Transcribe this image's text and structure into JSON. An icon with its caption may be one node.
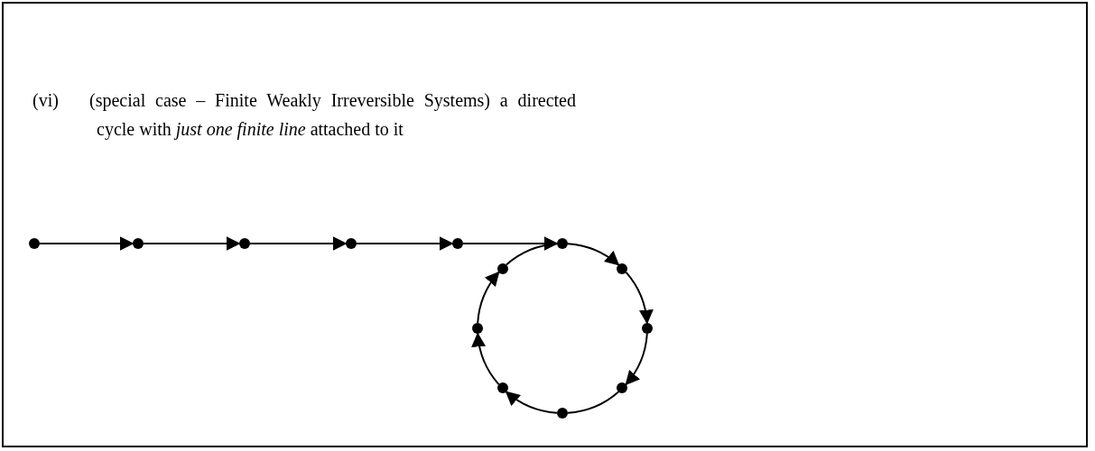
{
  "diagram": {
    "nodes": [
      {
        "text": [],
        "shape": "circle"
      },
      {
        "text": [],
        "shape": "circle"
      },
      {
        "text": [],
        "shape": "circle"
      },
      {
        "text": [],
        "shape": "circle"
      },
      {
        "text": [],
        "shape": "circle"
      },
      {
        "text": [],
        "shape": "circle"
      },
      {
        "text": [],
        "shape": "circle"
      },
      {
        "text": [],
        "shape": "circle"
      },
      {
        "text": [],
        "shape": "circle"
      },
      {
        "text": [],
        "shape": "circle"
      },
      {
        "text": [],
        "shape": "circle"
      },
      {
        "text": [],
        "shape": "circle"
      },
      {
        "text": [],
        "shape": "circle"
      }
    ],
    "edges": [
      {
        "from": 0,
        "to": 1,
        "arrow": "to"
      },
      {
        "from": 1,
        "to": 2,
        "arrow": "to"
      },
      {
        "from": 2,
        "to": 3,
        "arrow": "to"
      },
      {
        "from": 3,
        "to": 4,
        "arrow": "to"
      },
      {
        "from": 4,
        "to": 5,
        "arrow": "to"
      },
      {
        "from": 5,
        "to": 6,
        "arrow": "to"
      },
      {
        "from": 6,
        "to": 7,
        "arrow": "to"
      },
      {
        "from": 7,
        "to": 8,
        "arrow": "to"
      },
      {
        "from": 8,
        "to": 9,
        "arrow": "none"
      },
      {
        "from": 9,
        "to": 10,
        "arrow": "to"
      },
      {
        "from": 10,
        "to": 11,
        "arrow": "to"
      },
      {
        "from": 11,
        "to": 12,
        "arrow": "to"
      },
      {
        "from": 12,
        "to": 5,
        "arrow": "none"
      }
    ],
    "labels": [
      "(vi)",
      "(special case – Finite Weakly Irreversible Systems) a directed cycle with *just one finite line* attached to it"
    ]
  }
}
